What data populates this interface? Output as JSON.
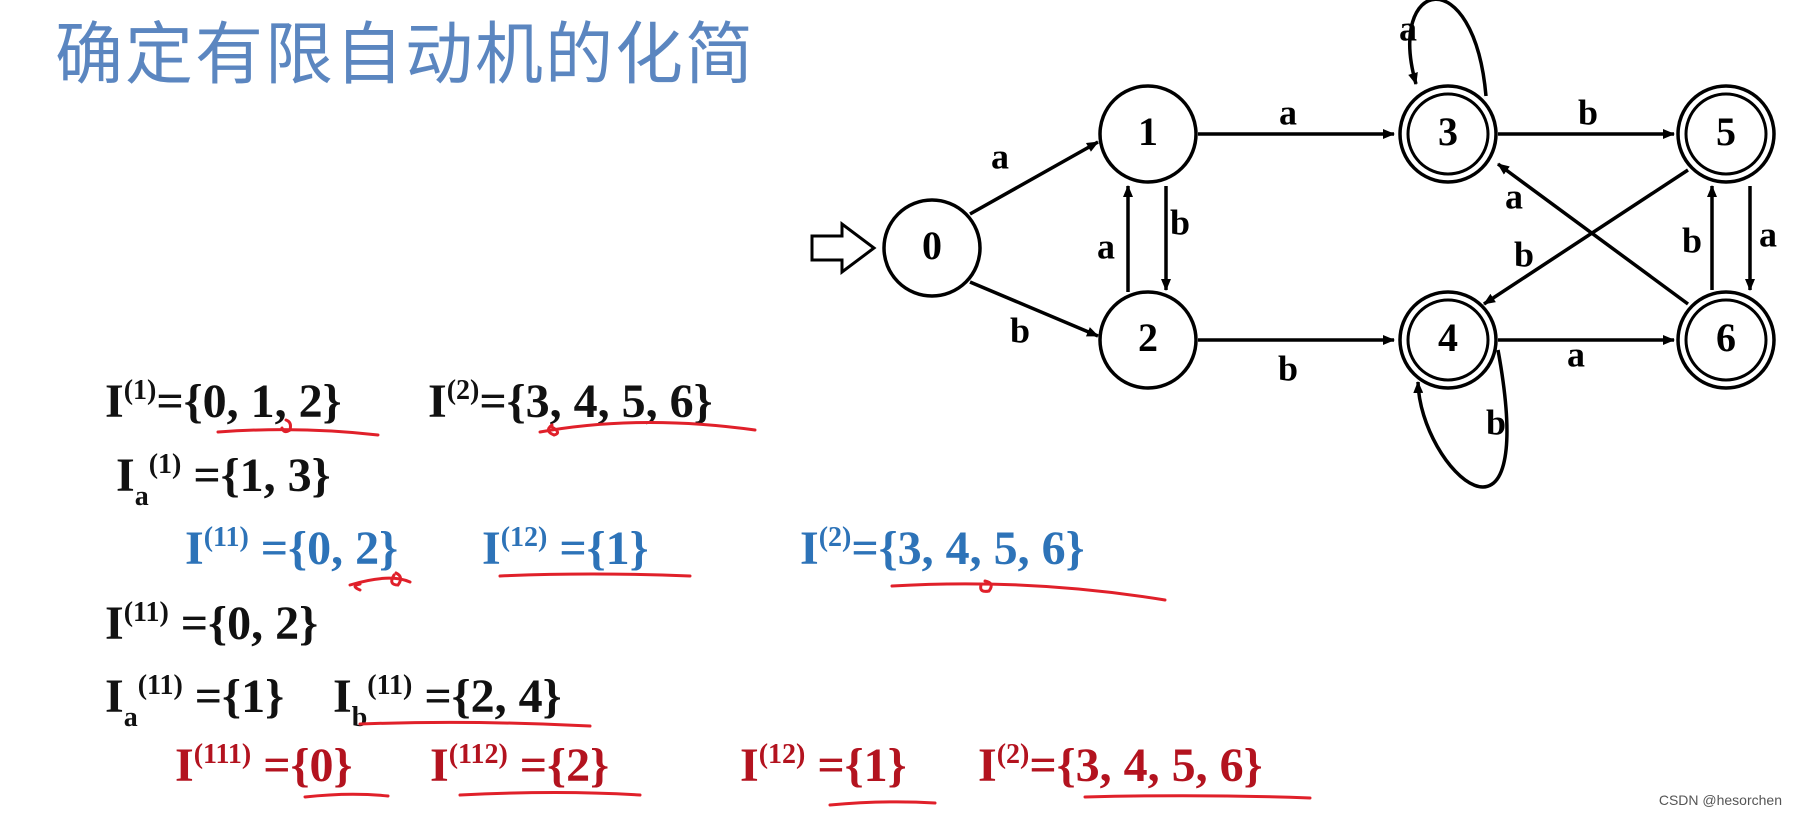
{
  "title": "确定有限自动机的化简",
  "dfa": {
    "states": [
      {
        "id": "0",
        "label": "0",
        "accepting": false
      },
      {
        "id": "1",
        "label": "1",
        "accepting": false
      },
      {
        "id": "2",
        "label": "2",
        "accepting": false
      },
      {
        "id": "3",
        "label": "3",
        "accepting": true
      },
      {
        "id": "4",
        "label": "4",
        "accepting": true
      },
      {
        "id": "5",
        "label": "5",
        "accepting": true
      },
      {
        "id": "6",
        "label": "6",
        "accepting": true
      }
    ],
    "start": "0",
    "transitions": [
      {
        "from": "0",
        "to": "1",
        "symbol": "a"
      },
      {
        "from": "0",
        "to": "2",
        "symbol": "b"
      },
      {
        "from": "1",
        "to": "3",
        "symbol": "a"
      },
      {
        "from": "1",
        "to": "2",
        "symbol": "b"
      },
      {
        "from": "2",
        "to": "1",
        "symbol": "a"
      },
      {
        "from": "2",
        "to": "4",
        "symbol": "b"
      },
      {
        "from": "3",
        "to": "3",
        "symbol": "a"
      },
      {
        "from": "3",
        "to": "5",
        "symbol": "b"
      },
      {
        "from": "4",
        "to": "6",
        "symbol": "a"
      },
      {
        "from": "4",
        "to": "4",
        "symbol": "b"
      },
      {
        "from": "5",
        "to": "6",
        "symbol": "a"
      },
      {
        "from": "5",
        "to": "4",
        "symbol": "b"
      },
      {
        "from": "6",
        "to": "3",
        "symbol": "a"
      },
      {
        "from": "6",
        "to": "5",
        "symbol": "b"
      }
    ]
  },
  "lines": {
    "l1a_sup": "(1)",
    "l1a_set": "={0, 1, 2}",
    "l1b_sup": "(2)",
    "l1b_set": "={3, 4, 5, 6}",
    "l2_sub": "a",
    "l2_sup": "(1)",
    "l2_set": " ={1, 3}",
    "l3a_sup": "(11)",
    "l3a_set": " ={0, 2}",
    "l3b_sup": "(12)",
    "l3b_set": " ={1}",
    "l3c_sup": "(2)",
    "l3c_set": "={3, 4, 5, 6}",
    "l4_sup": "(11)",
    "l4_set": " ={0, 2}",
    "l5a_sub": "a",
    "l5a_sup": "(11)",
    "l5a_set": " ={1}",
    "l5b_sub": "b",
    "l5b_sup": "(11)",
    "l5b_set": " ={2, 4}",
    "l6a_sup": "(111)",
    "l6a_set": " ={0}",
    "l6b_sup": "(112)",
    "l6b_set": " ={2}",
    "l6c_sup": "(12)",
    "l6c_set": " ={1}",
    "l6d_sup": "(2)",
    "l6d_set": "={3, 4, 5, 6}"
  },
  "colors": {
    "title": "#5b86c0",
    "black": "#111111",
    "blue": "#2d73b8",
    "red": "#b3131f",
    "ink": "#e0202a"
  },
  "watermark": "CSDN @hesorchen"
}
